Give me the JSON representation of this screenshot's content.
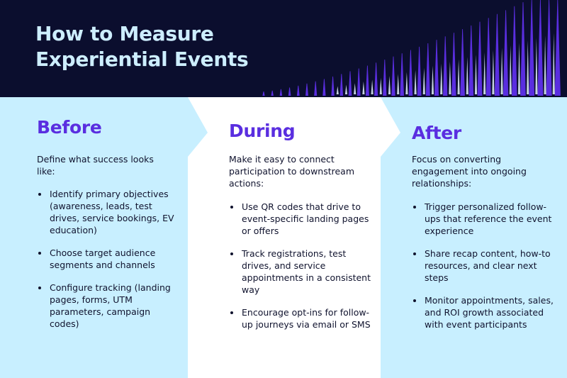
{
  "header": {
    "title_line1": "How to Measure",
    "title_line2": "Experiential Events",
    "colors": {
      "background": "#0b0e2e",
      "title": "#cdeeff",
      "accent": "#5a2ee0",
      "spike_light": "#e8f6ff"
    }
  },
  "stages": [
    {
      "title": "Before",
      "intro": "Define what success looks like:",
      "bullets": [
        "Identify primary objectives (awareness, leads, test drives, service bookings, EV education)",
        "Choose target audience segments and channels",
        "Configure tracking (landing pages, forms, UTM parameters, campaign codes)"
      ]
    },
    {
      "title": "During",
      "intro": "Make it easy to connect participation to downstream actions:",
      "bullets": [
        "Use QR codes that drive to event-specific landing pages or offers",
        "Track registrations, test drives, and service appointments in a consistent way",
        "Encourage opt-ins for follow-up journeys via email or SMS"
      ]
    },
    {
      "title": "After",
      "intro": "Focus on converting engagement into ongoing relationships:",
      "bullets": [
        "Trigger personalized follow-ups that reference the event experience",
        "Share recap content, how-to resources, and clear next steps",
        "Monitor appointments, sales, and ROI growth associated with event participants"
      ]
    }
  ],
  "colors": {
    "panel_light": "#c8efff",
    "panel_white": "#ffffff",
    "text": "#10132e"
  }
}
